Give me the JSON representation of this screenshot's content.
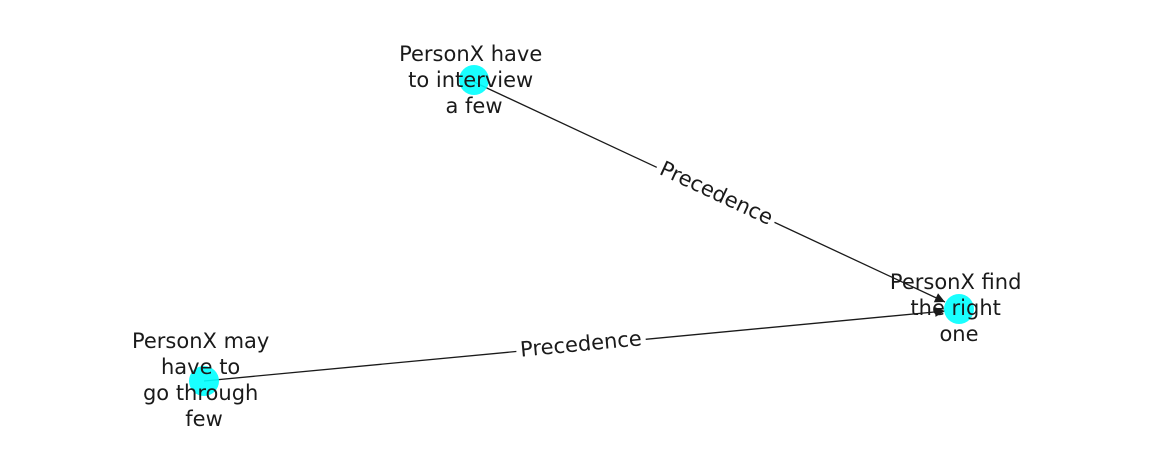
{
  "nodes": [
    {
      "id": "n1",
      "lines": [
        "PersonX have",
        "to interview",
        "a few"
      ]
    },
    {
      "id": "n2",
      "lines": [
        "PersonX find",
        "the right",
        "one"
      ]
    },
    {
      "id": "n3",
      "lines": [
        "PersonX may",
        "have to",
        "go through",
        "few"
      ]
    }
  ],
  "edges": [
    {
      "from": "n1",
      "to": "n2",
      "label": "Precedence"
    },
    {
      "from": "n3",
      "to": "n2",
      "label": "Precedence"
    }
  ],
  "colors": {
    "node": "#00ffff",
    "edge": "#1a1a1a",
    "text": "#1a1a1a"
  }
}
